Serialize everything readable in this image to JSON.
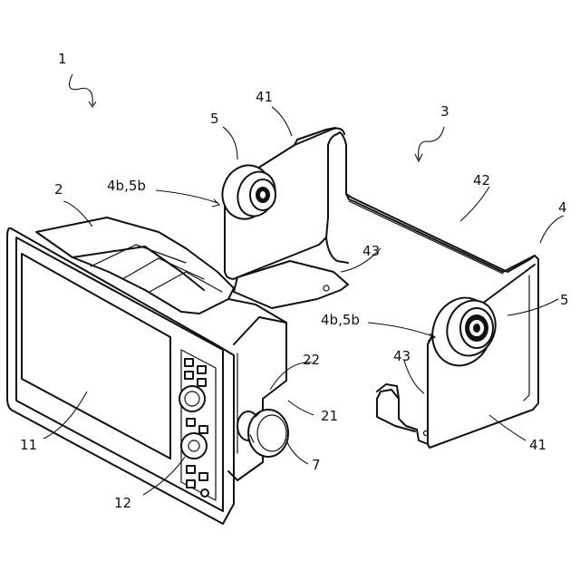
{
  "labels": {
    "l1": "1",
    "l2": "2",
    "l3": "3",
    "l4": "4",
    "l5a": "5",
    "l5b": "5",
    "l41a": "41",
    "l41b": "41",
    "l42": "42",
    "l43a": "43",
    "l43b": "43",
    "l4b5b_a": "4b,5b",
    "l4b5b_b": "4b,5b",
    "l11": "11",
    "l12": "12",
    "l21": "21",
    "l22": "22",
    "l7": "7"
  }
}
